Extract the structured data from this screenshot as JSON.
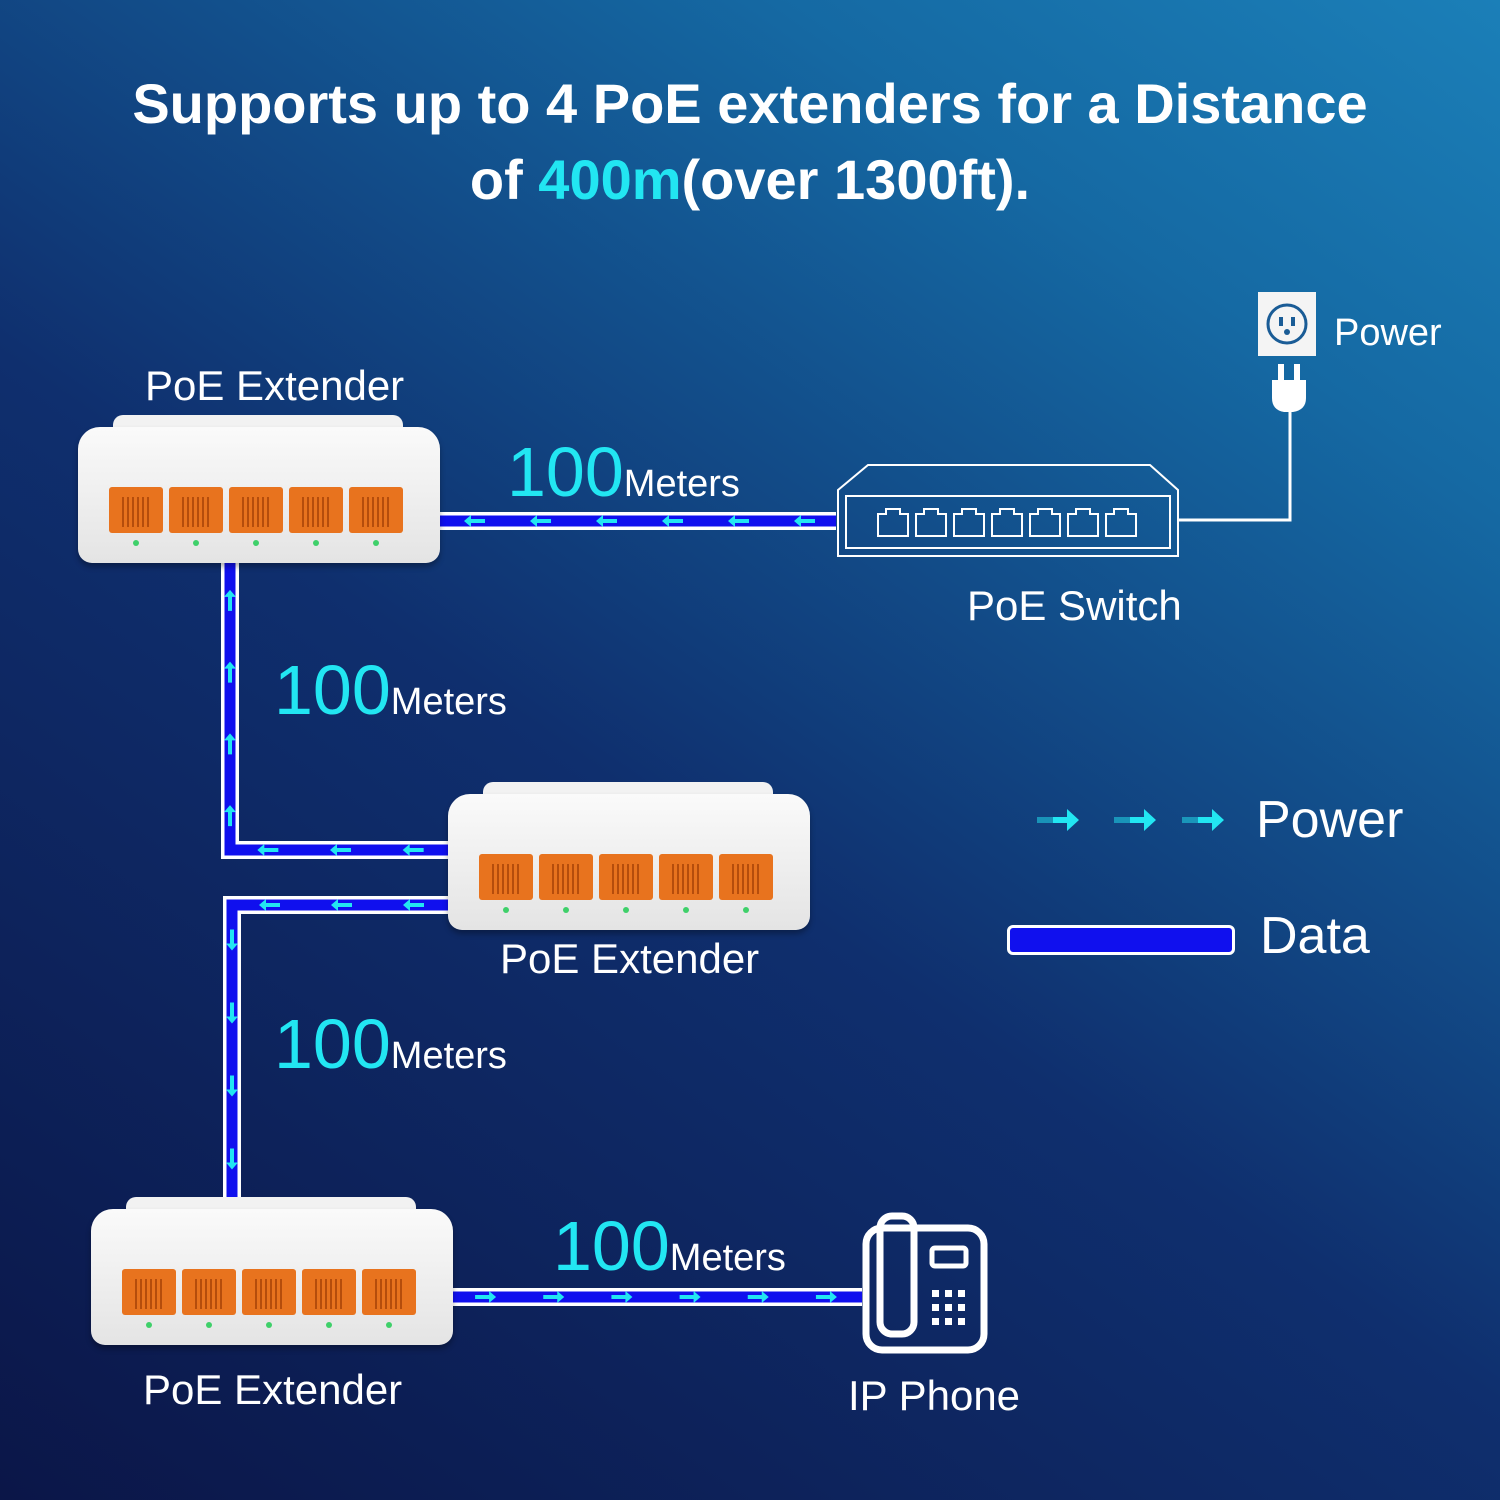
{
  "title": {
    "line1": "Supports up to 4 PoE extenders for a Distance",
    "of": "of ",
    "highlight": "400m",
    "rest": "(over 1300ft)."
  },
  "devices": {
    "extender_1": "PoE Extender",
    "extender_2": "PoE Extender",
    "extender_3": "PoE Extender",
    "switch": "PoE Switch",
    "phone": "IP Phone",
    "power_source": "Power"
  },
  "distances": [
    {
      "number": "100",
      "unit": "Meters"
    },
    {
      "number": "100",
      "unit": "Meters"
    },
    {
      "number": "100",
      "unit": "Meters"
    },
    {
      "number": "100",
      "unit": "Meters"
    }
  ],
  "legend": {
    "power": "Power",
    "data": "Data"
  },
  "colors": {
    "power_arrow": "#22e6f2",
    "data_cable": "#1010ee",
    "accent": "#22e6f2",
    "port": "#e8731e"
  },
  "icons": [
    "power-outlet-icon",
    "plug-icon",
    "ip-phone-icon",
    "ethernet-port-icon"
  ]
}
